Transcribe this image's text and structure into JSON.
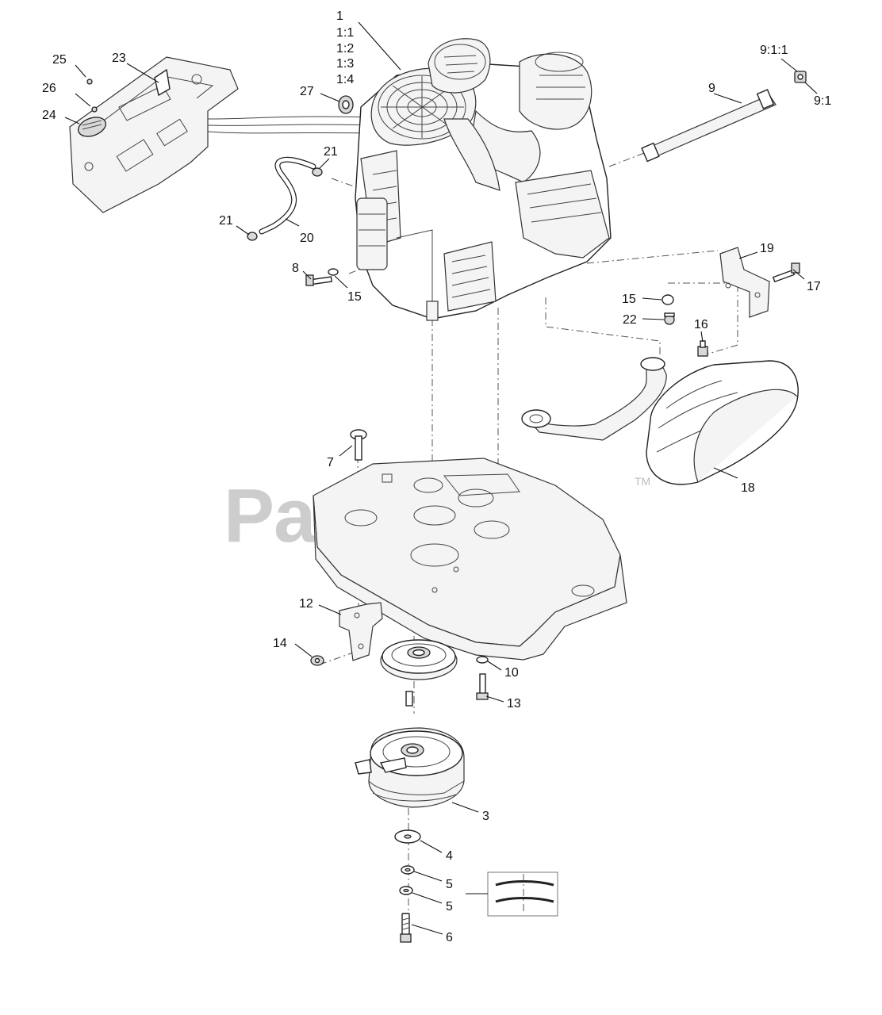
{
  "watermark": {
    "text": "PartsTree",
    "trademark": "TM"
  },
  "callouts": {
    "c1": "1",
    "c1_1": "1:1",
    "c1_2": "1:2",
    "c1_3": "1:3",
    "c1_4": "1:4",
    "c3": "3",
    "c4": "4",
    "c5a": "5",
    "c5b": "5",
    "c6": "6",
    "c7": "7",
    "c8": "8",
    "c9": "9",
    "c9_1_1": "9:1:1",
    "c9_1": "9:1",
    "c10": "10",
    "c12": "12",
    "c13": "13",
    "c14": "14",
    "c15a": "15",
    "c15b": "15",
    "c16": "16",
    "c17": "17",
    "c18": "18",
    "c19": "19",
    "c20": "20",
    "c21a": "21",
    "c21b": "21",
    "c22": "22",
    "c23": "23",
    "c24": "24",
    "c25": "25",
    "c26": "26",
    "c27": "27"
  }
}
